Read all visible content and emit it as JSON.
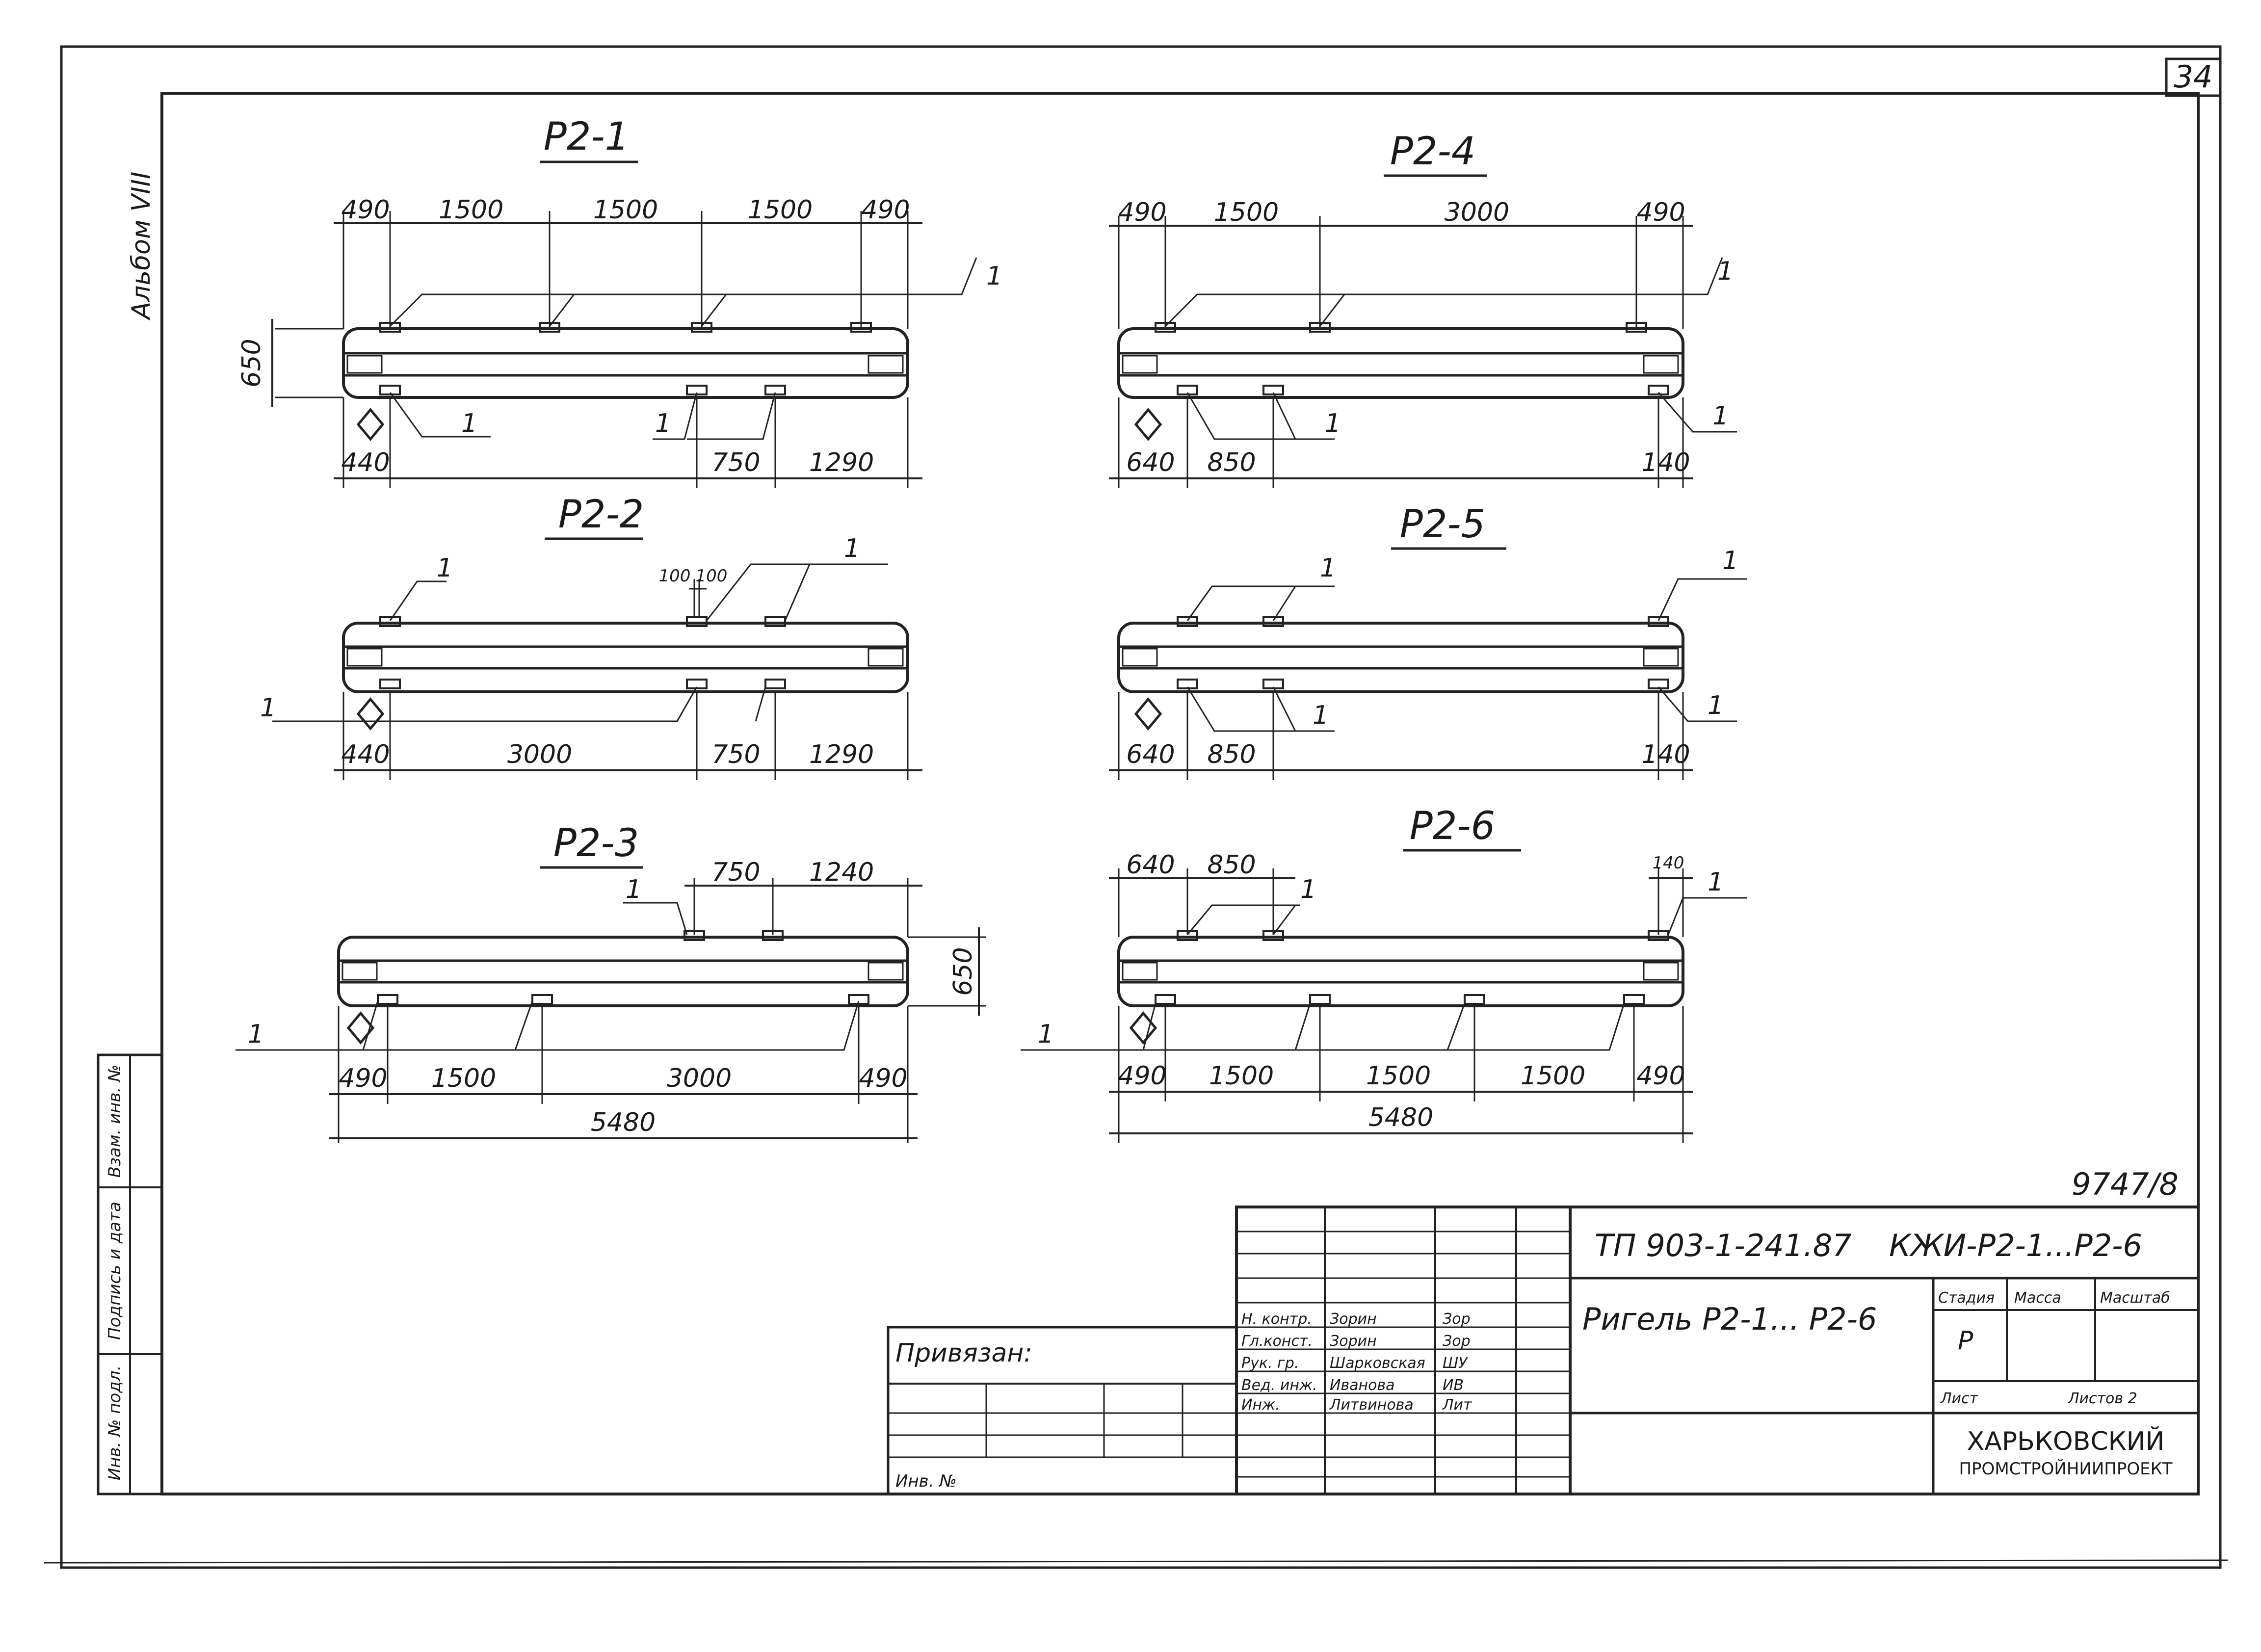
{
  "sheet": {
    "number": "34",
    "album": "Альбом VIII",
    "archive_no": "9747/8",
    "doc_code": "ТП 903-1-241.87",
    "doc_mark": "КЖИ-Р2-1...Р2-6",
    "doc_title": "Ригель Р2-1... Р2-6",
    "stage_label": "Стадия",
    "mass_label": "Масса",
    "scale_label": "Масштаб",
    "stage_value": "Р",
    "sheet_label": "Лист",
    "sheets_label": "Листов 2",
    "org_line1": "ХАРЬКОВСКИЙ",
    "org_line2": "ПРОМСТРОЙНИИПРОЕКТ",
    "bound_label": "Привязан:",
    "inv_label": "Инв. №",
    "left_stamp": {
      "inv_orig": "Инв. № подл.",
      "sign_date": "Подпись и дата",
      "replace_inv": "Взам. инв. №"
    },
    "signatures": [
      {
        "role": "Н. контр.",
        "name": "Зорин",
        "sign": "Зор"
      },
      {
        "role": "Гл.конст.",
        "name": "Зорин",
        "sign": "Зор"
      },
      {
        "role": "Рук. гр.",
        "name": "Шарковская",
        "sign": "ШУ"
      },
      {
        "role": "Вед. инж.",
        "name": "Иванова",
        "sign": "ИВ"
      },
      {
        "role": "Инж.",
        "name": "Литвинова",
        "sign": "Лит"
      }
    ]
  },
  "beams": [
    {
      "id": "Р2-1",
      "top_dims": [
        "490",
        "1500",
        "1500",
        "1500",
        "490"
      ],
      "bottom_dims": [
        "440",
        "750",
        "1290"
      ],
      "height_dim": "650",
      "callout": "1"
    },
    {
      "id": "Р2-2",
      "top_dims": [
        "100",
        "100"
      ],
      "bottom_dims": [
        "440",
        "3000",
        "750",
        "1290"
      ],
      "callout": "1"
    },
    {
      "id": "Р2-3",
      "top_dims": [
        "750",
        "1240"
      ],
      "bottom_dims": [
        "490",
        "1500",
        "3000",
        "490"
      ],
      "total_dim": "5480",
      "height_dim": "650",
      "callout": "1"
    },
    {
      "id": "Р2-4",
      "top_dims": [
        "490",
        "1500",
        "3000",
        "490"
      ],
      "bottom_dims": [
        "640",
        "850",
        "140"
      ],
      "callout": "1"
    },
    {
      "id": "Р2-5",
      "bottom_dims": [
        "640",
        "850",
        "140"
      ],
      "callout": "1"
    },
    {
      "id": "Р2-6",
      "top_dims": [
        "640",
        "850",
        "140"
      ],
      "bottom_dims": [
        "490",
        "1500",
        "1500",
        "1500",
        "490"
      ],
      "total_dim": "5480",
      "callout": "1"
    }
  ]
}
